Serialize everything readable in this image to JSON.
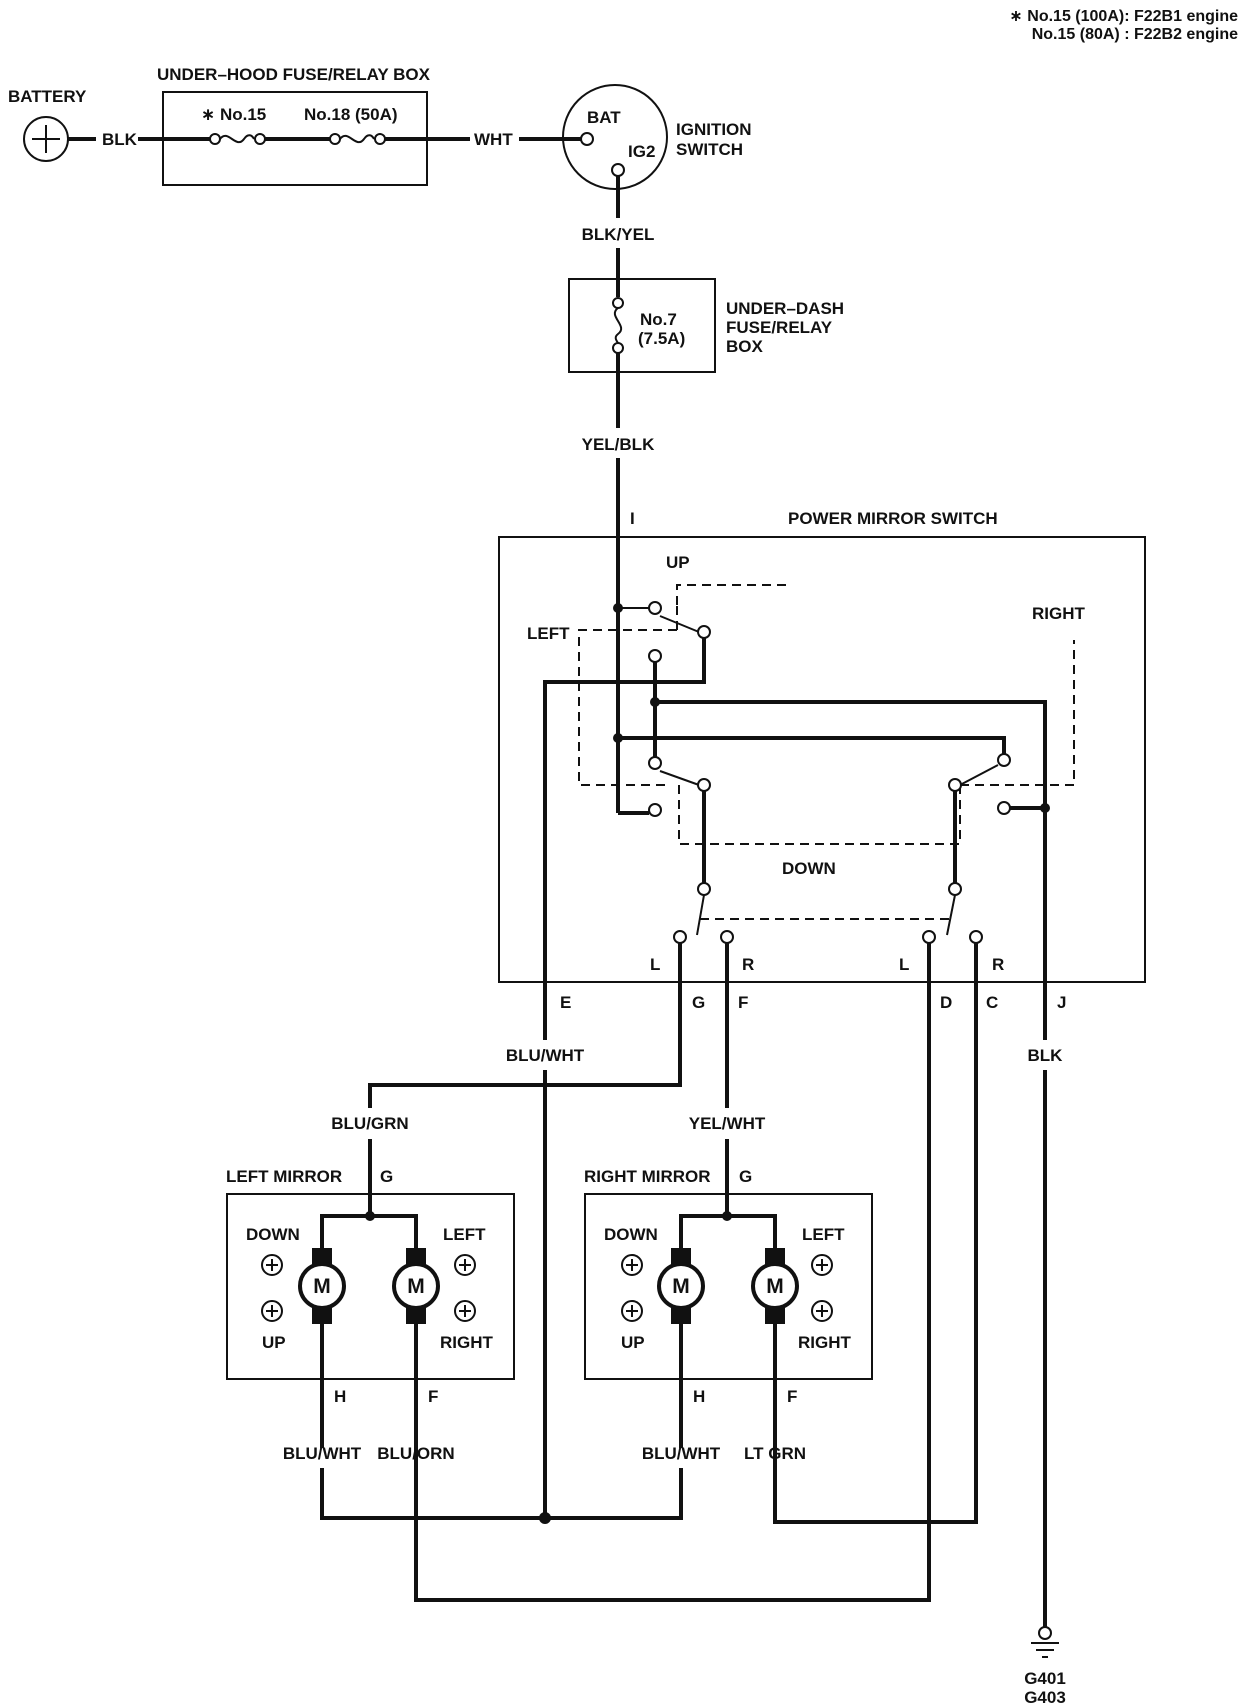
{
  "notes": {
    "line1": "∗ No.15 (100A): F22B1 engine",
    "line2": "No.15 (80A)  : F22B2 engine"
  },
  "components": {
    "battery": "BATTERY",
    "underhood_box": "UNDER–HOOD FUSE/RELAY BOX",
    "fuse15": "∗ No.15",
    "fuse18": "No.18 (50A)",
    "ignition_bat": "BAT",
    "ignition_ig2": "IG2",
    "ignition_title_1": "IGNITION",
    "ignition_title_2": "SWITCH",
    "underdash_1": "UNDER–DASH",
    "underdash_2": "FUSE/RELAY",
    "underdash_3": "BOX",
    "fuse7_a": "No.7",
    "fuse7_b": "(7.5A)",
    "mirror_switch": "POWER MIRROR SWITCH",
    "left_mirror": "LEFT MIRROR",
    "right_mirror": "RIGHT MIRROR",
    "motor": "M",
    "ground_1": "G401",
    "ground_2": "G403"
  },
  "switch_labels": {
    "up": "UP",
    "down": "DOWN",
    "left": "LEFT",
    "right": "RIGHT",
    "sel_l1": "L",
    "sel_r1": "R",
    "sel_l2": "L",
    "sel_r2": "R"
  },
  "mirror_labels": {
    "down": "DOWN",
    "up": "UP",
    "left": "LEFT",
    "right": "RIGHT"
  },
  "wires": {
    "blk_battery": "BLK",
    "wht": "WHT",
    "blk_yel": "BLK/YEL",
    "yel_blk": "YEL/BLK",
    "blu_wht_e": "BLU/WHT",
    "blu_grn": "BLU/GRN",
    "yel_wht": "YEL/WHT",
    "blk_ground": "BLK",
    "blu_wht_lh": "BLU/WHT",
    "blu_orn": "BLU/ORN",
    "blu_wht_rh": "BLU/WHT",
    "lt_grn": "LT GRN"
  },
  "pins": {
    "i": "I",
    "e": "E",
    "g": "G",
    "f": "F",
    "d": "D",
    "c": "C",
    "j": "J",
    "lm_g": "G",
    "lm_h": "H",
    "lm_f": "F",
    "rm_g": "G",
    "rm_h": "H",
    "rm_f": "F"
  }
}
